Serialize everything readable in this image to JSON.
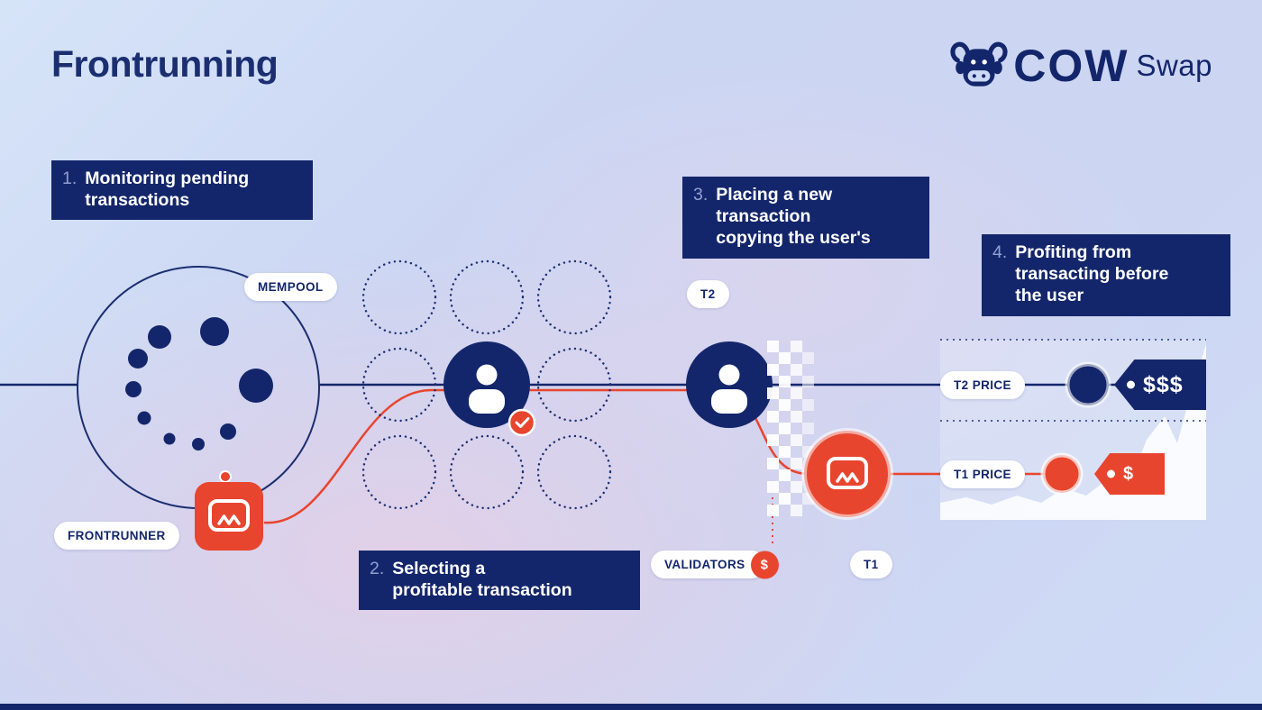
{
  "title": "Frontrunning",
  "logo": {
    "brand": "COW",
    "suffix": "Swap"
  },
  "steps": [
    {
      "number": "1.",
      "lines": [
        "Monitoring pending",
        "transactions"
      ]
    },
    {
      "number": "2.",
      "lines": [
        "Selecting a",
        "profitable transaction"
      ]
    },
    {
      "number": "3.",
      "lines": [
        "Placing a new",
        "transaction",
        "copying the user's"
      ]
    },
    {
      "number": "4.",
      "lines": [
        "Profiting from",
        "transacting before",
        "the user"
      ]
    }
  ],
  "labels": {
    "mempool": "MEMPOOL",
    "frontrunner": "FRONTRUNNER",
    "t2": "T2",
    "t1": "T1",
    "validators": "VALIDATORS",
    "validators_badge": "$",
    "t2_price": "T2 PRICE",
    "t1_price": "T1 PRICE"
  },
  "tags": {
    "t2": "$$$",
    "t1": "$"
  },
  "icons": {
    "cow": "cow-icon",
    "frontrunner_bot": "robot-icon",
    "validator_bot": "robot-icon",
    "user": "user-icon",
    "check": "check-icon"
  },
  "colors": {
    "navy": "#14266b",
    "red": "#e8452f",
    "pill_bg": "#ffffff",
    "step_number": "#8fa0d2",
    "background_blue": "#ccd8f4",
    "background_pink": "#f0d3e2"
  }
}
